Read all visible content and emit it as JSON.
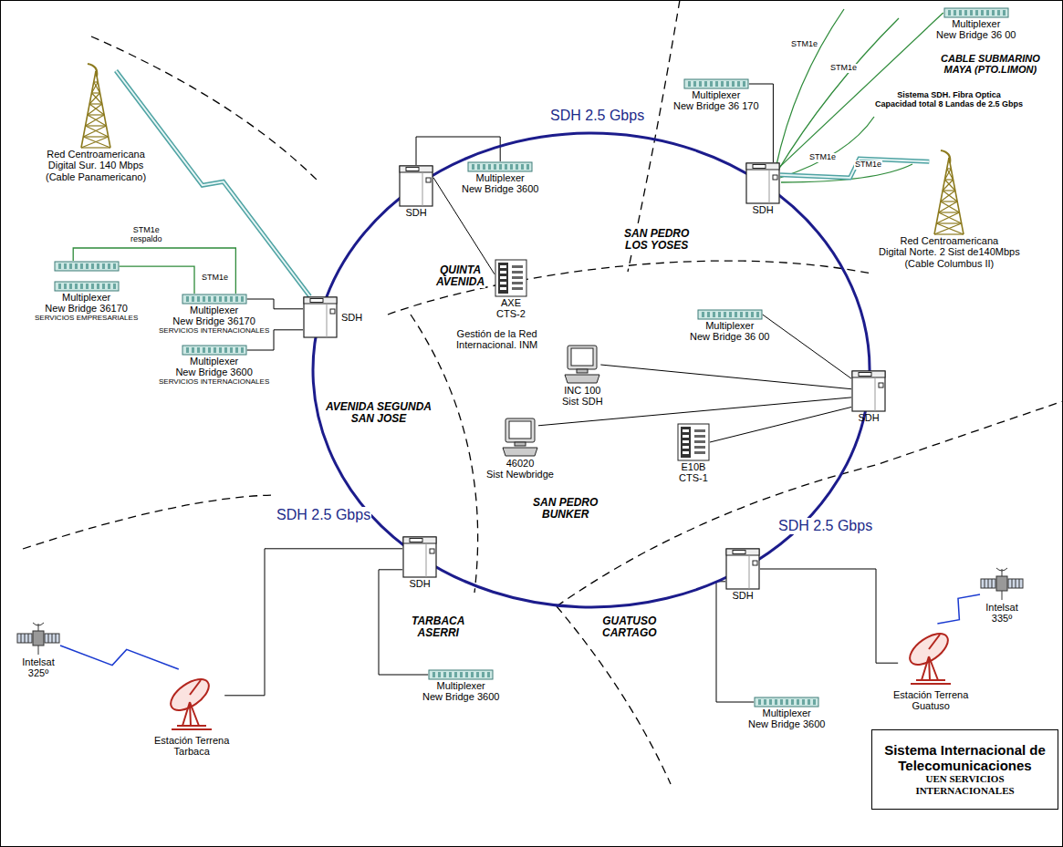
{
  "diagram": {
    "nodes": [
      {
        "text": [
          "Multiplexer New Bridge 3600"
        ]
      },
      {
        "text": [
          "SDH"
        ]
      },
      {
        "text": [
          "AXE CTS-2"
        ]
      },
      {
        "text": [
          "Multiplexer New Bridge 36 170"
        ]
      },
      {
        "text": [
          "SDH"
        ]
      },
      {
        "text": [
          "Multiplexer New Bridge 36 00"
        ]
      },
      {
        "text": [
          "Red Centroamericana Digital Norte. 2 Sist de140Mbps (Cable Columbus II)"
        ]
      },
      {
        "text": [
          "Red Centroamericana Digital Sur. 140 Mbps (Cable Panamericano)"
        ]
      },
      {
        "text": [
          "Multiplexer New Bridge 36170",
          "SERVICIOS EMPRESARIALES"
        ]
      },
      {
        "text": [
          "Multiplexer New Bridge 36170",
          "SERVICIOS INTERNACIONALES"
        ]
      },
      {
        "text": [
          "SDH"
        ]
      },
      {
        "text": [
          "Multiplexer New Bridge 3600",
          "SERVICIOS INTERNACIONALES"
        ]
      },
      {
        "text": [
          "Multiplexer New Bridge 36 00"
        ]
      },
      {
        "text": [
          "SDH"
        ]
      },
      {
        "text": [
          "INC 100 Sist SDH"
        ]
      },
      {
        "text": [
          "46020 Sist Newbridge"
        ]
      },
      {
        "text": [
          "E10B CTS-1"
        ]
      },
      {
        "text": [
          "SDH"
        ]
      },
      {
        "text": [
          "SDH"
        ]
      },
      {
        "text": [
          "Intelsat 325º"
        ]
      },
      {
        "text": [
          "Estación Terrena Tarbaca"
        ]
      },
      {
        "text": [
          "Multiplexer New Bridge 3600"
        ]
      },
      {
        "text": [
          "Multiplexer New Bridge 3600"
        ]
      },
      {
        "text": [
          "Intelsat 335º"
        ]
      },
      {
        "text": [
          "Estación Terrena Guatuso"
        ]
      },
      {
        "text": [
          "Sistema Internacional de Telecomunicaciones",
          "UEN SERVICIOS INTERNACIONALES"
        ]
      }
    ],
    "edges": [
      {
        "from": 1,
        "to": 0,
        "arrow": "none"
      },
      {
        "from": 1,
        "to": 2,
        "arrow": "none"
      },
      {
        "from": 3,
        "to": 4,
        "arrow": "none"
      },
      {
        "from": 4,
        "to": 5,
        "arrow": "none"
      },
      {
        "from": 4,
        "to": 6,
        "arrow": "none"
      },
      {
        "from": 7,
        "to": 10,
        "arrow": "none"
      },
      {
        "from": 8,
        "to": 9,
        "label": "STM1e respaldo",
        "arrow": "none"
      },
      {
        "from": 8,
        "to": 9,
        "label": "STM1e",
        "arrow": "none"
      },
      {
        "from": 9,
        "to": 10,
        "arrow": "none"
      },
      {
        "from": 11,
        "to": 10,
        "arrow": "none"
      },
      {
        "from": 12,
        "to": 13,
        "arrow": "none"
      },
      {
        "from": 14,
        "to": 13,
        "arrow": "none"
      },
      {
        "from": 15,
        "to": 13,
        "arrow": "none"
      },
      {
        "from": 16,
        "to": 13,
        "arrow": "none"
      },
      {
        "from": 17,
        "to": 20,
        "arrow": "none"
      },
      {
        "from": 17,
        "to": 21,
        "arrow": "none"
      },
      {
        "from": 18,
        "to": 22,
        "arrow": "none"
      },
      {
        "from": 18,
        "to": 24,
        "arrow": "none"
      },
      {
        "from": 19,
        "to": 20,
        "arrow": "none"
      },
      {
        "from": 23,
        "to": 24,
        "arrow": "none"
      },
      {
        "from": 1,
        "to": 4,
        "arrow": "none"
      },
      {
        "from": 4,
        "to": 13,
        "arrow": "none"
      },
      {
        "from": 13,
        "to": 18,
        "arrow": "none"
      },
      {
        "from": 18,
        "to": 17,
        "arrow": "none"
      },
      {
        "from": 17,
        "to": 10,
        "arrow": "none"
      },
      {
        "from": 10,
        "to": 1,
        "arrow": "none"
      }
    ],
    "labels": [
      "SDH 2.5 Gbps",
      "SDH 2.5 Gbps",
      "SDH 2.5 Gbps",
      "QUINTA AVENIDA",
      "SAN PEDRO LOS YOSES",
      "AVENIDA SEGUNDA SAN JOSE",
      "SAN PEDRO BUNKER",
      "TARBACA ASERRI",
      "GUATUSO CARTAGO",
      "Gestión de la Red Internacional. INM",
      "CABLE SUBMARINO MAYA (PTO.LIMON)",
      "Sistema SDH. Fibra Optica Capacidad total 8 Landas de 2.5 Gbps",
      "STM1e",
      "STM1e",
      "STM1e",
      "STM1e"
    ]
  }
}
